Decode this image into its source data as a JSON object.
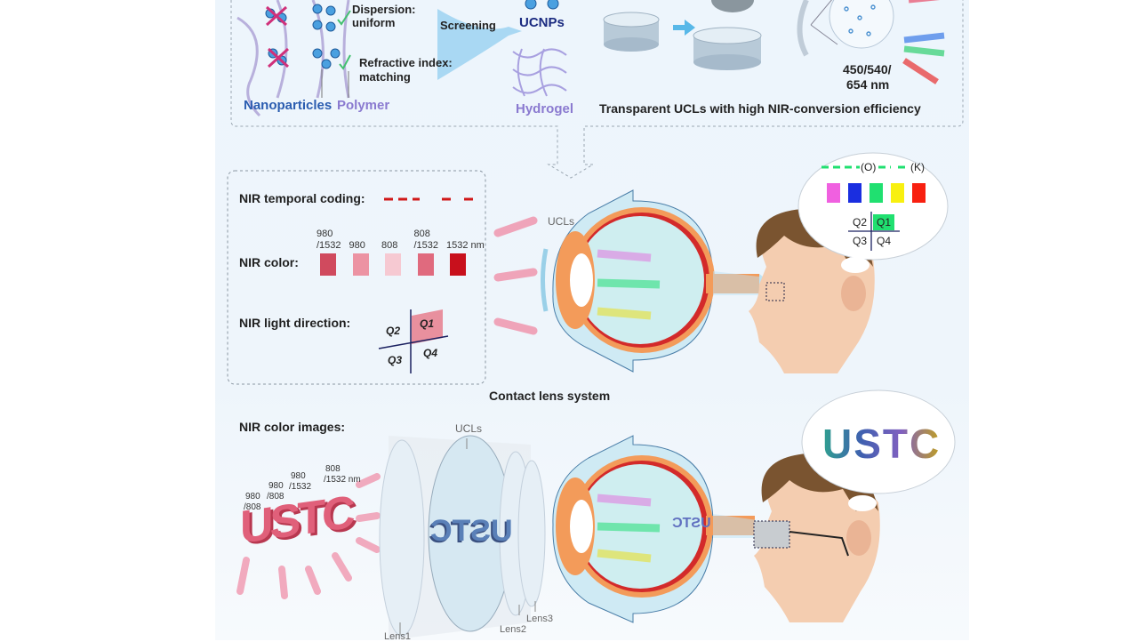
{
  "top_panel": {
    "dispersion_label": "Dispersion:",
    "dispersion_value": "uniform",
    "refractive_label": "Refractive index:",
    "refractive_value": "matching",
    "screening": "Screening",
    "ucnps": "UCNPs",
    "nanoparticles": "Nanoparticles",
    "polymer": "Polymer",
    "hydrogel": "Hydrogel",
    "emission_line1": "450/540/",
    "emission_line2": "654 nm",
    "caption": "Transparent UCLs with high NIR-conversion efficiency"
  },
  "middle_panel": {
    "temporal_coding": "NIR temporal coding:",
    "nir_color": "NIR color:",
    "swatches": [
      {
        "label1": "980",
        "label2": "/1532",
        "color": "#d04a5e"
      },
      {
        "label1": "",
        "label2": "980",
        "color": "#ec93a3"
      },
      {
        "label1": "",
        "label2": "808",
        "color": "#f6c9d2"
      },
      {
        "label1": "808",
        "label2": "/1532",
        "color": "#e06a7e"
      },
      {
        "label1": "",
        "label2": "1532 nm",
        "color": "#c8101c"
      }
    ],
    "light_direction": "NIR light direction:",
    "quadrants": [
      "Q1",
      "Q2",
      "Q3",
      "Q4"
    ],
    "ucls_label": "UCLs",
    "caption": "Contact lens system",
    "bubble": {
      "code_o": "(O)",
      "code_k": "(K)",
      "colors": [
        "#f060e0",
        "#1a2ee0",
        "#20e070",
        "#f8f010",
        "#f82010"
      ],
      "quadrants": [
        "Q1",
        "Q2",
        "Q3",
        "Q4"
      ]
    }
  },
  "bottom_panel": {
    "title": "NIR color images:",
    "letter_labels": [
      {
        "l1": "980",
        "l2": "/808"
      },
      {
        "l1": "980",
        "l2": "/808"
      },
      {
        "l1": "980",
        "l2": "/1532"
      },
      {
        "l1": "808",
        "l2": "/1532 nm"
      }
    ],
    "ucls_label": "UCLs",
    "lens1": "Lens1",
    "lens2": "Lens2",
    "lens3": "Lens3",
    "source_text": "USTC",
    "bubble_text": "USTC"
  }
}
